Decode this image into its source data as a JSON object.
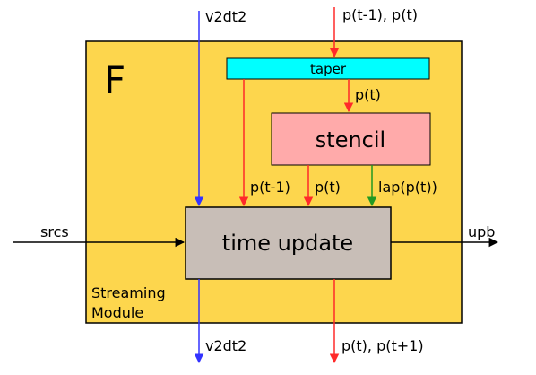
{
  "module": {
    "title": "F",
    "caption_line1": "Streaming",
    "caption_line2": "Module",
    "fill": "#fdd64d",
    "border": "#000000"
  },
  "blocks": {
    "taper": {
      "label": "taper",
      "fill": "#00ffff"
    },
    "stencil": {
      "label": "stencil",
      "fill": "#ffaaaa"
    },
    "time_update": {
      "label": "time update",
      "fill": "#c8beb7"
    }
  },
  "signals": {
    "v2dt2_in": "v2dt2",
    "p_in": "p(t-1), p(t)",
    "p_taper_to_stencil": "p(t)",
    "p_tm1": "p(t-1)",
    "p_t": "p(t)",
    "lap": "lap(p(t))",
    "srcs": "srcs",
    "upb": "upb",
    "v2dt2_out": "v2dt2",
    "p_out": "p(t), p(t+1)"
  },
  "colors": {
    "blue_arrow": "#3333ff",
    "red_arrow": "#ff2a2a",
    "green_arrow": "#229922",
    "black_arrow": "#000000"
  }
}
